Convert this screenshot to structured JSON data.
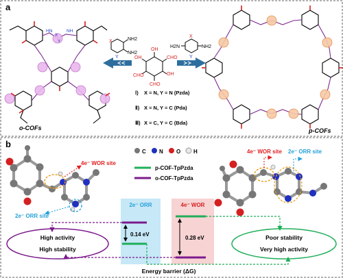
{
  "panel_a": {
    "label": "a",
    "o_cof_label": "o-COFs",
    "p_cof_label": "p-COFs",
    "reactions": [
      {
        "numeral": "Ⅰ)",
        "text": "X = N, Y = N (Pzda)"
      },
      {
        "numeral": "Ⅱ)",
        "text": "X = N, Y = C (Pda)"
      },
      {
        "numeral": "Ⅲ)",
        "text": "X = C, Y = C (Bda)"
      }
    ],
    "monomer_left": {
      "x": "X",
      "y": "Y",
      "nh2_top": "NH2",
      "nh2_bottom": "NH2"
    },
    "monomer_right": {
      "x": "X",
      "y": "Y",
      "nh2_left": "H2N",
      "nh2_right": "NH2"
    },
    "tp": {
      "oh": "OH",
      "cho": "CHO"
    },
    "x_label": "X",
    "y_label": "Y",
    "hn_label": "HN",
    "nh_label": "NH",
    "colors": {
      "arrow": "#2d6e9e",
      "ring_pink": "#d17fd8",
      "ring_orange": "#f0a060",
      "bond_purple": "#7b2a8e",
      "oxygen": "#d62020",
      "nitrogen": "#1e40c8"
    }
  },
  "panel_b": {
    "label": "b",
    "legend_atoms": [
      {
        "symbol": "C",
        "color": "#777777"
      },
      {
        "symbol": "N",
        "color": "#2030c0"
      },
      {
        "symbol": "O",
        "color": "#d42020"
      },
      {
        "symbol": "H",
        "color": "#e8e8e8"
      }
    ],
    "legend_lines": [
      {
        "label": "p-COF-TpPzda",
        "color": "#1fae5a"
      },
      {
        "label": "o-COF-TpPzda",
        "color": "#7b1a8c"
      }
    ],
    "left_wor_site": "4e⁻ WOR site",
    "left_orr_site": "2e⁻ ORR site",
    "right_wor_site": "4e⁻ WOR site",
    "right_orr_site": "2e⁻ ORR site",
    "orr_header": "2e⁻ ORR",
    "wor_header": "4e⁻ WOR",
    "orr_barrier": "0.14 eV",
    "wor_barrier": "0.28 eV",
    "left_ellipse": [
      "High activity",
      "High stability"
    ],
    "right_ellipse": [
      "Poor stability",
      "Very high activity"
    ],
    "energy_axis": "Energy barrier (ΔG)",
    "colors": {
      "orr_bg": "#c6e8f7",
      "wor_bg": "#f7d3d3",
      "green": "#1fae5a",
      "purple": "#7b1a8c"
    }
  }
}
